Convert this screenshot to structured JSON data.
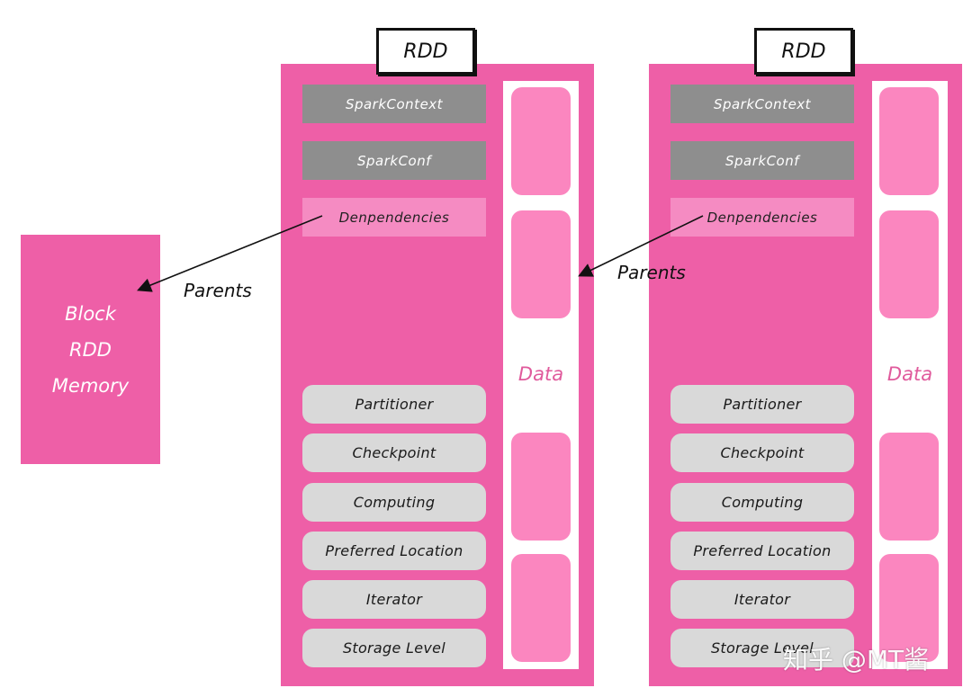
{
  "rdd_label": "RDD",
  "fields": {
    "spark_context": "SparkContext",
    "spark_conf": "SparkConf",
    "dependencies": "Denpendencies"
  },
  "properties": [
    "Partitioner",
    "Checkpoint",
    "Computing",
    "Preferred Location",
    "Iterator",
    "Storage Level"
  ],
  "data_label": "Data",
  "block_rdd": {
    "line1": "Block",
    "line2": "RDD",
    "line3": "Memory"
  },
  "arrow_label": "Parents",
  "watermark": "知乎 @MT酱",
  "colors": {
    "panel": "#ee5fa7",
    "field_dark": "#8e8e8e",
    "field_light": "#f58bc2",
    "pill": "#d9d9d9",
    "data_block": "#fb86bf"
  }
}
